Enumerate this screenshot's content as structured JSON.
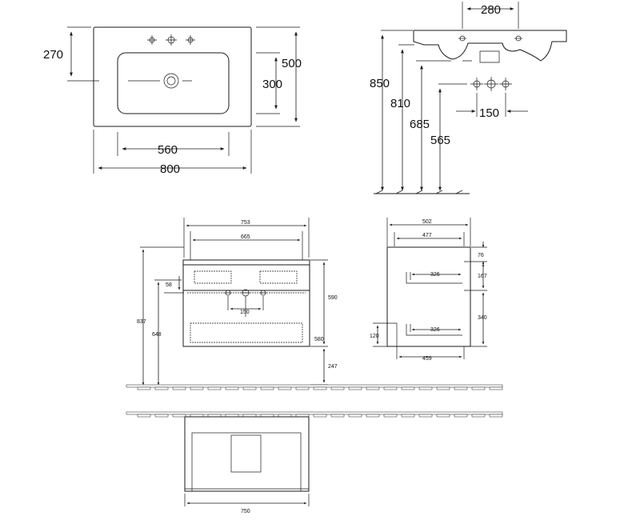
{
  "basin_top_view": {
    "width_overall": "800",
    "bowl_width": "560",
    "depth_overall": "500",
    "bowl_depth": "300",
    "tap_to_drain": "270"
  },
  "basin_side_view": {
    "tap_span": "280",
    "tap_hole_spacing": "150",
    "height_rim": "850",
    "height_underside": "810",
    "height_tap_holes": "685",
    "height_drain": "565"
  },
  "cabinet_front_view": {
    "overall_width": "753",
    "inner_width": "665",
    "overall_height": "837",
    "height_to_top": "648",
    "top_clearance": "58",
    "tap_spacing": "150",
    "cabinet_height": "590",
    "lower_section": "580",
    "floor_clearance": "247"
  },
  "cabinet_side_view": {
    "overall_depth": "502",
    "inner_depth": "477",
    "drawer_depth_upper": "326",
    "drawer_depth_lower": "326",
    "base_depth": "459",
    "top_offset": "76",
    "upper_drawer_height": "167",
    "lower_drawer_height": "340",
    "plinth_height": "120"
  },
  "cabinet_top_view": {
    "width": "750"
  },
  "colors": {
    "line": "#1a1a1a",
    "background": "#ffffff"
  }
}
